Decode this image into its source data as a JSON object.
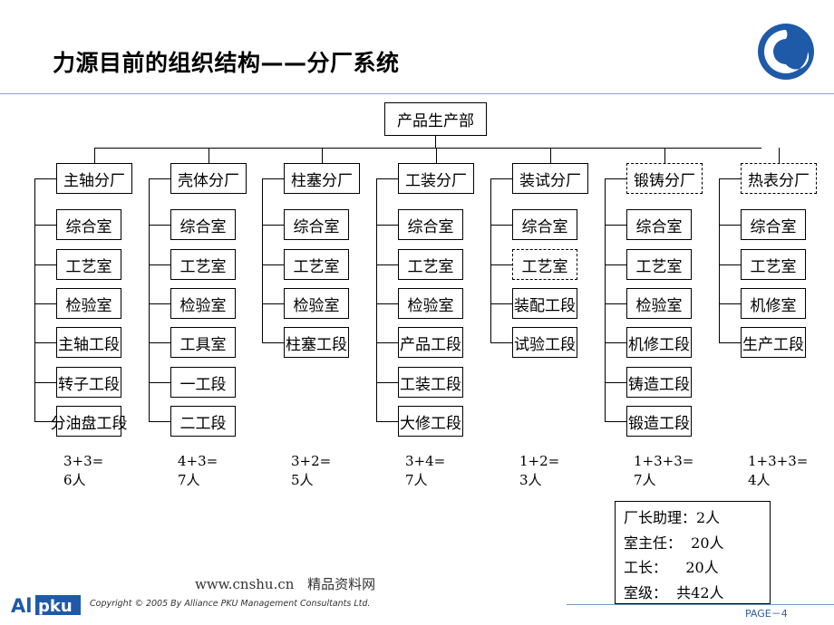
{
  "title": "力源目前的组织结构——分厂系统",
  "root": "产品生产部",
  "factories": [
    {
      "name": "主轴分厂",
      "dashed": false,
      "units": [
        {
          "label": "综合室",
          "dashed": false
        },
        {
          "label": "工艺室",
          "dashed": false
        },
        {
          "label": "检验室",
          "dashed": false
        },
        {
          "label": "主轴工段",
          "dashed": false
        },
        {
          "label": "转子工段",
          "dashed": false
        },
        {
          "label": "分油盘工段",
          "dashed": false
        }
      ],
      "count_line1": "3+3=",
      "count_line2": "6人"
    },
    {
      "name": "壳体分厂",
      "dashed": false,
      "units": [
        {
          "label": "综合室",
          "dashed": false
        },
        {
          "label": "工艺室",
          "dashed": false
        },
        {
          "label": "检验室",
          "dashed": false
        },
        {
          "label": "工具室",
          "dashed": false
        },
        {
          "label": "一工段",
          "dashed": false
        },
        {
          "label": "二工段",
          "dashed": false
        }
      ],
      "count_line1": "4+3=",
      "count_line2": "7人"
    },
    {
      "name": "柱塞分厂",
      "dashed": false,
      "units": [
        {
          "label": "综合室",
          "dashed": false
        },
        {
          "label": "工艺室",
          "dashed": false
        },
        {
          "label": "检验室",
          "dashed": false
        },
        {
          "label": "柱塞工段",
          "dashed": false
        }
      ],
      "count_line1": "3+2=",
      "count_line2": "5人"
    },
    {
      "name": "工装分厂",
      "dashed": false,
      "units": [
        {
          "label": "综合室",
          "dashed": false
        },
        {
          "label": "工艺室",
          "dashed": false
        },
        {
          "label": "检验室",
          "dashed": false
        },
        {
          "label": "产品工段",
          "dashed": false
        },
        {
          "label": "工装工段",
          "dashed": false
        },
        {
          "label": "大修工段",
          "dashed": false
        }
      ],
      "count_line1": "3+4=",
      "count_line2": "7人"
    },
    {
      "name": "装试分厂",
      "dashed": false,
      "units": [
        {
          "label": "综合室",
          "dashed": false
        },
        {
          "label": "工艺室",
          "dashed": true
        },
        {
          "label": "装配工段",
          "dashed": false
        },
        {
          "label": "试验工段",
          "dashed": false
        }
      ],
      "count_line1": "1+2=",
      "count_line2": "3人"
    },
    {
      "name": "锻铸分厂",
      "dashed": true,
      "units": [
        {
          "label": "综合室",
          "dashed": false
        },
        {
          "label": "工艺室",
          "dashed": false
        },
        {
          "label": "检验室",
          "dashed": false
        },
        {
          "label": "机修工段",
          "dashed": false
        },
        {
          "label": "铸造工段",
          "dashed": false
        },
        {
          "label": "锻造工段",
          "dashed": false
        }
      ],
      "count_line1": "1+3+3=",
      "count_line2": "7人"
    },
    {
      "name": "热表分厂",
      "dashed": true,
      "units": [
        {
          "label": "综合室",
          "dashed": false
        },
        {
          "label": "工艺室",
          "dashed": false
        },
        {
          "label": "机修室",
          "dashed": false
        },
        {
          "label": "生产工段",
          "dashed": false
        }
      ],
      "count_line1": "1+3+3=",
      "count_line2": "4人"
    }
  ],
  "summary": [
    "厂长助理：2人",
    "室主任：  20人",
    "工长：    20人",
    "室级：  共42人"
  ],
  "website": "www.cnshu.cn 精品资料网",
  "footer": {
    "logo_text": "Alpku",
    "copyright": "Copyright © 2005 By Alliance PKU Management Consultants Ltd.",
    "page_label": "PAGE－4"
  },
  "colors": {
    "logo_blue": "#1f5aa8",
    "rule_blue": "#8aa6c8",
    "page_blue": "#2e5d9f"
  }
}
